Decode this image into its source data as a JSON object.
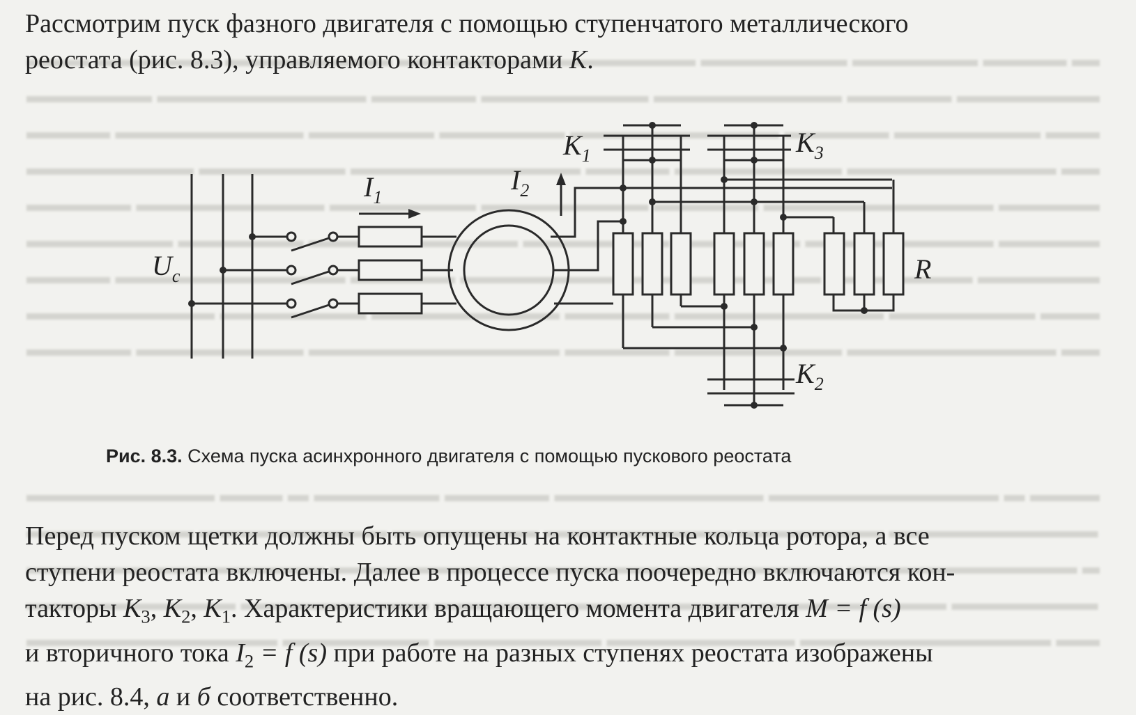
{
  "paragraph1": {
    "line1": "Рассмотрим пуск фазного двигателя с помощью ступенчатого металлического",
    "line2_a": "реостата (рис. 8.3), управляемого контакторами ",
    "line2_b": "K",
    "line2_c": "."
  },
  "figure": {
    "label_uc": "U",
    "label_uc_sub": "с",
    "label_i1": "I",
    "label_i1_sub": "1",
    "label_i2": "I",
    "label_i2_sub": "2",
    "label_k1": "K",
    "label_k1_sub": "1",
    "label_k2": "K",
    "label_k2_sub": "2",
    "label_k3": "K",
    "label_k3_sub": "3",
    "label_r": "R"
  },
  "caption": {
    "number": "Рис. 8.3.",
    "text": " Схема пуска асинхронного двигателя с помощью пускового реостата"
  },
  "paragraph2": {
    "line1": "Перед пуском щетки должны быть опущены на контактные кольца ротора, а все",
    "line2": "ступени реостата включены. Далее в процессе пуска поочередно включаются кон-",
    "line3_a": "такторы ",
    "line3_k3": "K",
    "line3_k3_sub": "3",
    "line3_sep1": ", ",
    "line3_k2": "K",
    "line3_k2_sub": "2",
    "line3_sep2": ", ",
    "line3_k1": "K",
    "line3_k1_sub": "1",
    "line3_b": ". Характеристики вращающего момента двигателя ",
    "line3_formula": "M = f (s)",
    "line4_a": "и вторичного тока ",
    "line4_i": "I",
    "line4_i_sub": "2",
    "line4_formula": " = f (s)",
    "line4_b": " при работе на разных ступенях реостата изображены",
    "line5_a": "на рис. 8.4, ",
    "line5_a_it": "а",
    "line5_mid": " и ",
    "line5_b_it": "б",
    "line5_end": " соответственно."
  }
}
